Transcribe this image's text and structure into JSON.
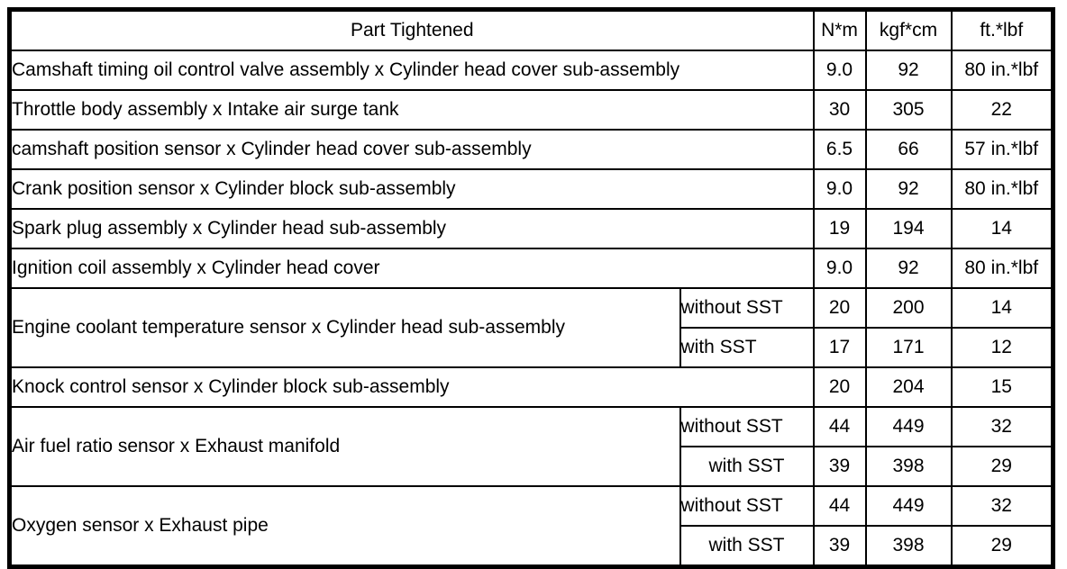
{
  "header": {
    "part": "Part Tightened",
    "nm": "N*m",
    "kgf": "kgf*cm",
    "ft": "ft.*lbf"
  },
  "rows": {
    "camshaft_timing_ocv": {
      "part": "Camshaft timing oil control valve assembly x Cylinder head cover sub-assembly",
      "nm": "9.0",
      "kgf": "92",
      "ft": "80 in.*lbf"
    },
    "throttle_body": {
      "part": "Throttle body assembly x Intake air surge tank",
      "nm": "30",
      "kgf": "305",
      "ft": "22"
    },
    "camshaft_position_sensor": {
      "part": "camshaft position sensor x Cylinder head cover sub-assembly",
      "nm": "6.5",
      "kgf": "66",
      "ft": "57 in.*lbf"
    },
    "crank_position_sensor": {
      "part": "Crank position sensor x Cylinder block sub-assembly",
      "nm": "9.0",
      "kgf": "92",
      "ft": "80 in.*lbf"
    },
    "spark_plug": {
      "part": "Spark plug assembly x Cylinder head sub-assembly",
      "nm": "19",
      "kgf": "194",
      "ft": "14"
    },
    "ignition_coil": {
      "part": "Ignition coil assembly x Cylinder head cover",
      "nm": "9.0",
      "kgf": "92",
      "ft": "80 in.*lbf"
    },
    "engine_coolant_temp_sensor": {
      "part": "Engine coolant temperature sensor x Cylinder head sub-assembly",
      "without_sst": {
        "label": "without SST",
        "nm": "20",
        "kgf": "200",
        "ft": "14"
      },
      "with_sst": {
        "label": "with SST",
        "nm": "17",
        "kgf": "171",
        "ft": "12"
      }
    },
    "knock_control_sensor": {
      "part": "Knock control sensor x Cylinder block sub-assembly",
      "nm": "20",
      "kgf": "204",
      "ft": "15"
    },
    "air_fuel_ratio_sensor": {
      "part": "Air fuel ratio sensor x Exhaust manifold",
      "without_sst": {
        "label": "without SST",
        "nm": "44",
        "kgf": "449",
        "ft": "32"
      },
      "with_sst": {
        "label": "with SST",
        "nm": "39",
        "kgf": "398",
        "ft": "29"
      }
    },
    "oxygen_sensor": {
      "part": "Oxygen sensor x Exhaust pipe",
      "without_sst": {
        "label": "without SST",
        "nm": "44",
        "kgf": "449",
        "ft": "32"
      },
      "with_sst": {
        "label": "with SST",
        "nm": "39",
        "kgf": "398",
        "ft": "29"
      }
    }
  }
}
